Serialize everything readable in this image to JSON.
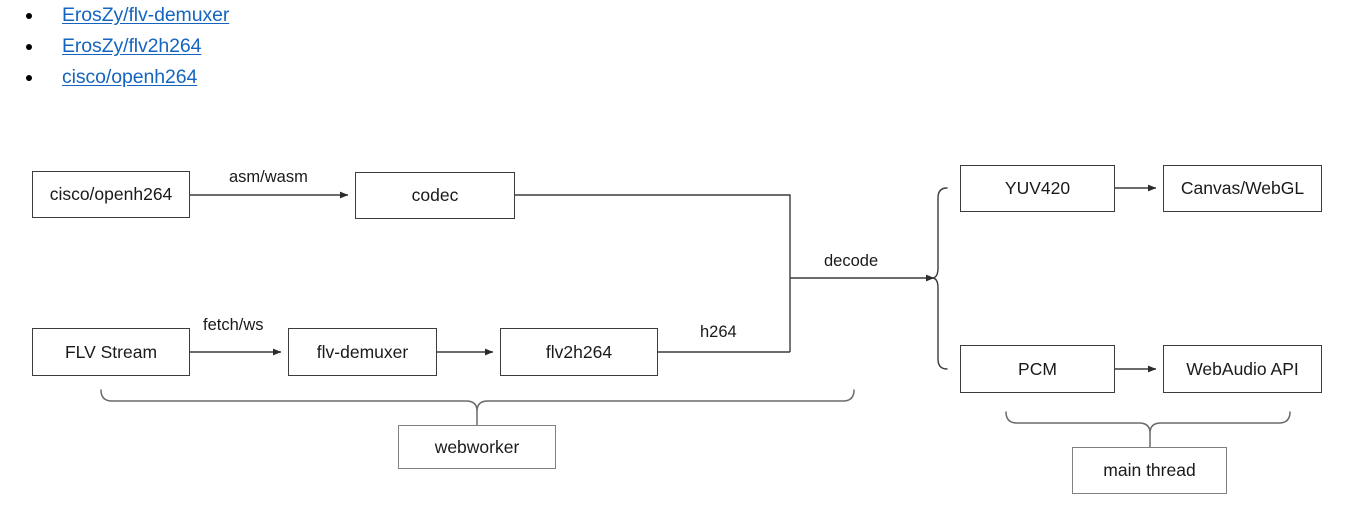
{
  "links": [
    {
      "text": "ErosZy/flv-demuxer"
    },
    {
      "text": "ErosZy/flv2h264"
    },
    {
      "text": "cisco/openh264"
    }
  ],
  "colors": {
    "link": "#1565c0",
    "box_border": "#3c3c3c",
    "soft_border": "#808080",
    "line": "#3c3c3c",
    "background": "#ffffff",
    "text": "#1a1a1a"
  },
  "diagram": {
    "type": "flowchart",
    "nodes": [
      {
        "id": "openh264",
        "label": "cisco/openh264"
      },
      {
        "id": "codec",
        "label": "codec"
      },
      {
        "id": "flvstream",
        "label": "FLV Stream"
      },
      {
        "id": "flvdemuxer",
        "label": "flv-demuxer"
      },
      {
        "id": "flv2h264",
        "label": "flv2h264"
      },
      {
        "id": "yuv420",
        "label": "YUV420"
      },
      {
        "id": "canvas",
        "label": "Canvas/WebGL"
      },
      {
        "id": "pcm",
        "label": "PCM"
      },
      {
        "id": "webaudio",
        "label": "WebAudio API"
      },
      {
        "id": "webworker",
        "label": "webworker"
      },
      {
        "id": "mainthread",
        "label": "main thread"
      }
    ],
    "edges": [
      {
        "from": "openh264",
        "to": "codec",
        "label": "asm/wasm"
      },
      {
        "from": "flvstream",
        "to": "flvdemuxer",
        "label": "fetch/ws"
      },
      {
        "from": "flvdemuxer",
        "to": "flv2h264",
        "label": ""
      },
      {
        "from": "flv2h264",
        "to": "merge",
        "label": "h264"
      },
      {
        "from": "codec",
        "to": "merge",
        "label": ""
      },
      {
        "from": "merge",
        "to": "split",
        "label": "decode"
      },
      {
        "from": "yuv420",
        "to": "canvas",
        "label": ""
      },
      {
        "from": "pcm",
        "to": "webaudio",
        "label": ""
      }
    ],
    "groups": [
      {
        "label": "webworker",
        "members": [
          "flvstream",
          "flvdemuxer",
          "flv2h264",
          "codec"
        ]
      },
      {
        "label": "main thread",
        "members": [
          "yuv420",
          "canvas",
          "pcm",
          "webaudio"
        ]
      }
    ],
    "edge_labels": {
      "asm_wasm": "asm/wasm",
      "fetch_ws": "fetch/ws",
      "h264": "h264",
      "decode": "decode"
    }
  }
}
